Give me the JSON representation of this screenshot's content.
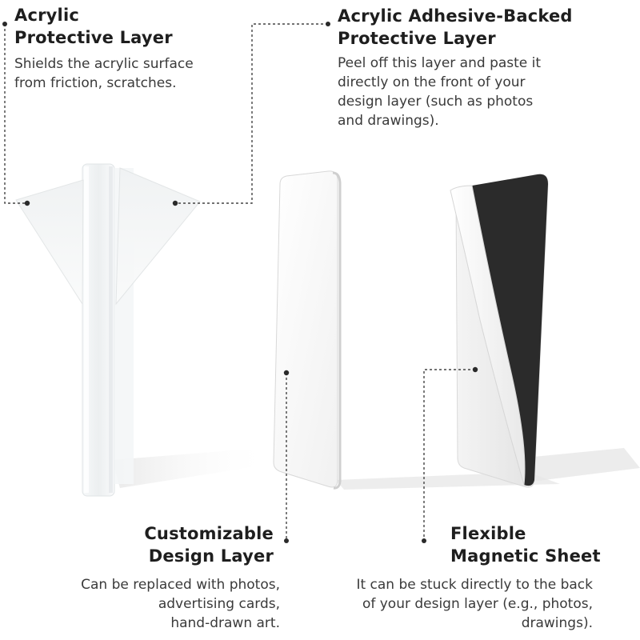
{
  "callouts": {
    "acrylic_protective": {
      "title_lines": [
        "Acrylic",
        "Protective Layer"
      ],
      "desc_lines": [
        "Shields the acrylic surface",
        "from friction, scratches."
      ]
    },
    "adhesive_backed": {
      "title_lines": [
        "Acrylic Adhesive-Backed",
        "Protective Layer"
      ],
      "desc_lines": [
        "Peel off this layer and paste it",
        "directly on the front of your",
        "design layer (such as photos",
        "and drawings)."
      ]
    },
    "design_layer": {
      "title_lines": [
        "Customizable",
        "Design Layer"
      ],
      "desc_lines": [
        "Can be replaced with photos,",
        "advertising cards,",
        "hand-drawn art."
      ]
    },
    "magnetic_sheet": {
      "title_lines": [
        "Flexible",
        "Magnetic Sheet"
      ],
      "desc_lines": [
        "It can be stuck directly to the back",
        "of your design layer (e.g., photos,",
        "drawings)."
      ]
    }
  },
  "colors": {
    "text_dark": "#1e1e1e",
    "text_body": "#3a3a3a",
    "magnet_black": "#2b2b2b",
    "leader_line": "#444444"
  }
}
